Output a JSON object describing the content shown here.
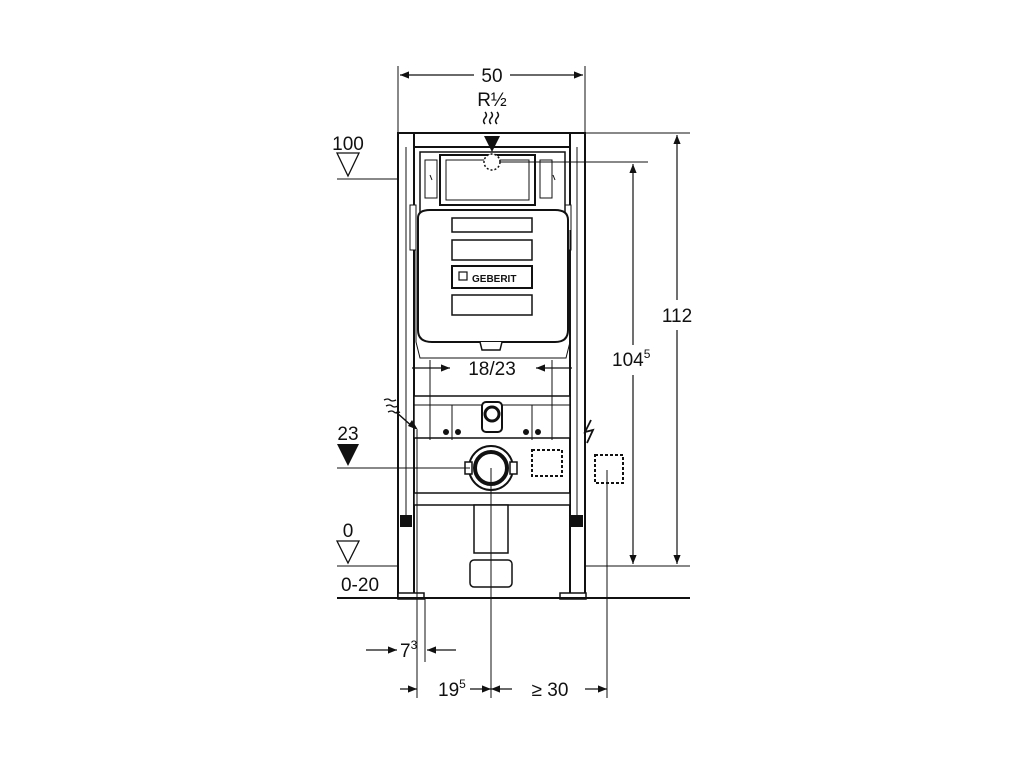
{
  "diagram": {
    "logo_text": "GEBERIT",
    "dimensions": {
      "width_top": "50",
      "water_connection": "R½",
      "height_100": "100",
      "height_23": "23",
      "level_0": "0",
      "floor_range": "0-20",
      "total_height": "112",
      "actuation_height_main": "104",
      "actuation_height_sup": "5",
      "bolt_spacing": "18/23",
      "offset_7_main": "7",
      "offset_7_sup": "3",
      "offset_19_main": "19",
      "offset_19_sup": "5",
      "distance_min": "≥ 30"
    }
  }
}
